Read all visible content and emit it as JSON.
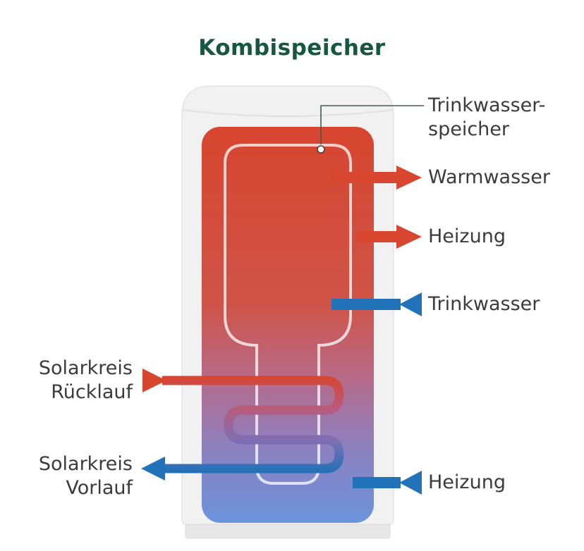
{
  "title": "Kombispeicher",
  "colors": {
    "title_green": "#16573e",
    "red": "#d8462f",
    "blue": "#2172b8",
    "text": "#3b3b3b",
    "tank_fill": "#f1f1f2",
    "tank_stroke": "#e3e3e4",
    "base_fill": "#e7e7e8",
    "vessel_outline": "#ffffff",
    "pointer_line": "#3f5d4e"
  },
  "gradients": {
    "tank_body": [
      "#d7452f",
      "#cf5447",
      "#b66b8b",
      "#8e7fbd",
      "#6b93dc"
    ],
    "coil": [
      "#d7452f",
      "#b85c7d",
      "#7d6fb5",
      "#2171b8"
    ]
  },
  "callout": {
    "line1": "Trinkwasser-",
    "line2": "speicher"
  },
  "right_labels": [
    {
      "label": "Warmwasser",
      "color": "red",
      "flow": "out"
    },
    {
      "label": "Heizung",
      "color": "red",
      "flow": "out"
    },
    {
      "label": "Trinkwasser",
      "color": "blue",
      "flow": "in"
    },
    {
      "label": "Heizung",
      "color": "blue",
      "flow": "in"
    }
  ],
  "left_labels": [
    {
      "line1": "Solarkreis",
      "line2": "Rücklauf",
      "color": "red",
      "flow": "in"
    },
    {
      "line1": "Solarkreis",
      "line2": "Vorlauf",
      "color": "blue",
      "flow": "out"
    }
  ]
}
